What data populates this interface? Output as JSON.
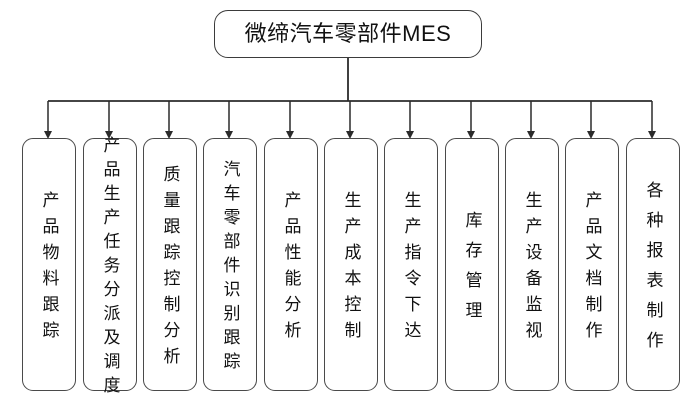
{
  "diagram": {
    "type": "tree-hierarchy",
    "root": {
      "label": "微缔汽车零部件MES"
    },
    "colors": {
      "background": "#ffffff",
      "node_border": "#4a4a4a",
      "root_border": "#3b3b3b",
      "connector": "#2b2b2b",
      "text": "#111111"
    },
    "leaves": [
      {
        "label": "产品物料跟踪",
        "spacing": "sp-normal"
      },
      {
        "label": "产品生产任务分派及调度",
        "spacing": "sp-tight"
      },
      {
        "label": "质量跟踪控制分析",
        "spacing": "sp-normal"
      },
      {
        "label": "汽车零部件识别跟踪",
        "spacing": "sp-tight"
      },
      {
        "label": "产品性能分析",
        "spacing": "sp-normal"
      },
      {
        "label": "生产成本控制",
        "spacing": "sp-normal"
      },
      {
        "label": "生产指令下达",
        "spacing": "sp-normal"
      },
      {
        "label": "库存管理",
        "spacing": "sp-wide"
      },
      {
        "label": "生产设备监视",
        "spacing": "sp-normal"
      },
      {
        "label": "产品文档制作",
        "spacing": "sp-normal"
      },
      {
        "label": "各种报表制作",
        "spacing": "sp-wide"
      }
    ]
  }
}
